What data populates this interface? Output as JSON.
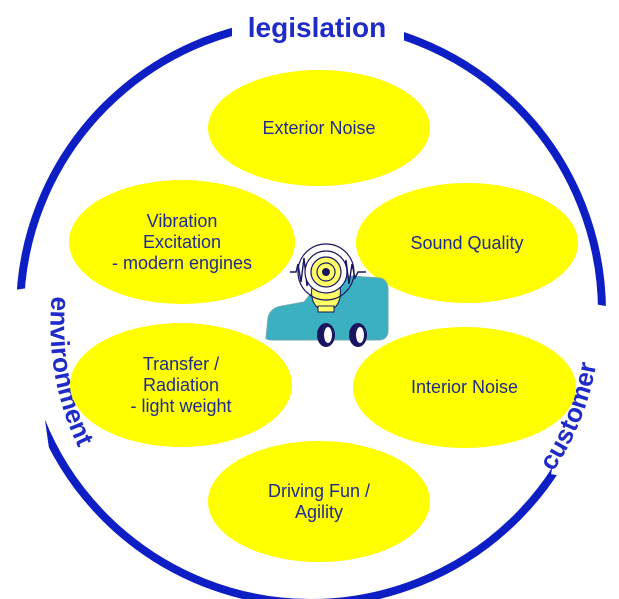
{
  "colors": {
    "ring": "#0d1fc4",
    "ellipse": "#ffff00",
    "ellipse_text": "#1f2b8f",
    "arc_label": "#1f2bc8",
    "car": "#3ab0c0",
    "bulb": "#ffff66"
  },
  "ring_labels": {
    "top": "legislation",
    "left": "environment",
    "right": "customer"
  },
  "topics": {
    "exterior_noise": "Exterior Noise",
    "sound_quality": "Sound Quality",
    "vibration_excitation": "Vibration\nExcitation\n- modern engines",
    "transfer_radiation": "Transfer /\nRadiation\n- light weight",
    "interior_noise": "Interior Noise",
    "driving_fun": "Driving Fun /\nAgility"
  },
  "icons": {
    "center": "car-with-sound-bulb-icon"
  }
}
